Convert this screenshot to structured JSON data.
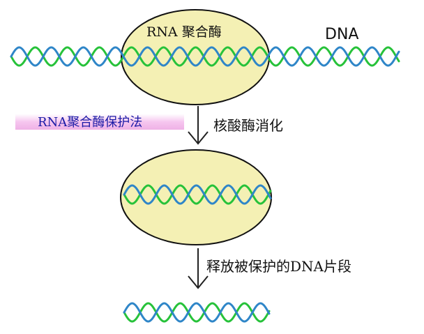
{
  "labels": {
    "polymerase": "RNA 聚合酶",
    "dna": "DNA",
    "method": "RNA聚合酶保护法",
    "step1": "核酸酶消化",
    "step2": "释放被保护的DNA片段"
  },
  "colors": {
    "strand_green": "#27c23a",
    "strand_blue": "#2f86c8",
    "ellipse_fill": "#f4f0b4",
    "ellipse_stroke": "#111111",
    "method_text": "#1a1aa6",
    "arrow": "#222222"
  }
}
